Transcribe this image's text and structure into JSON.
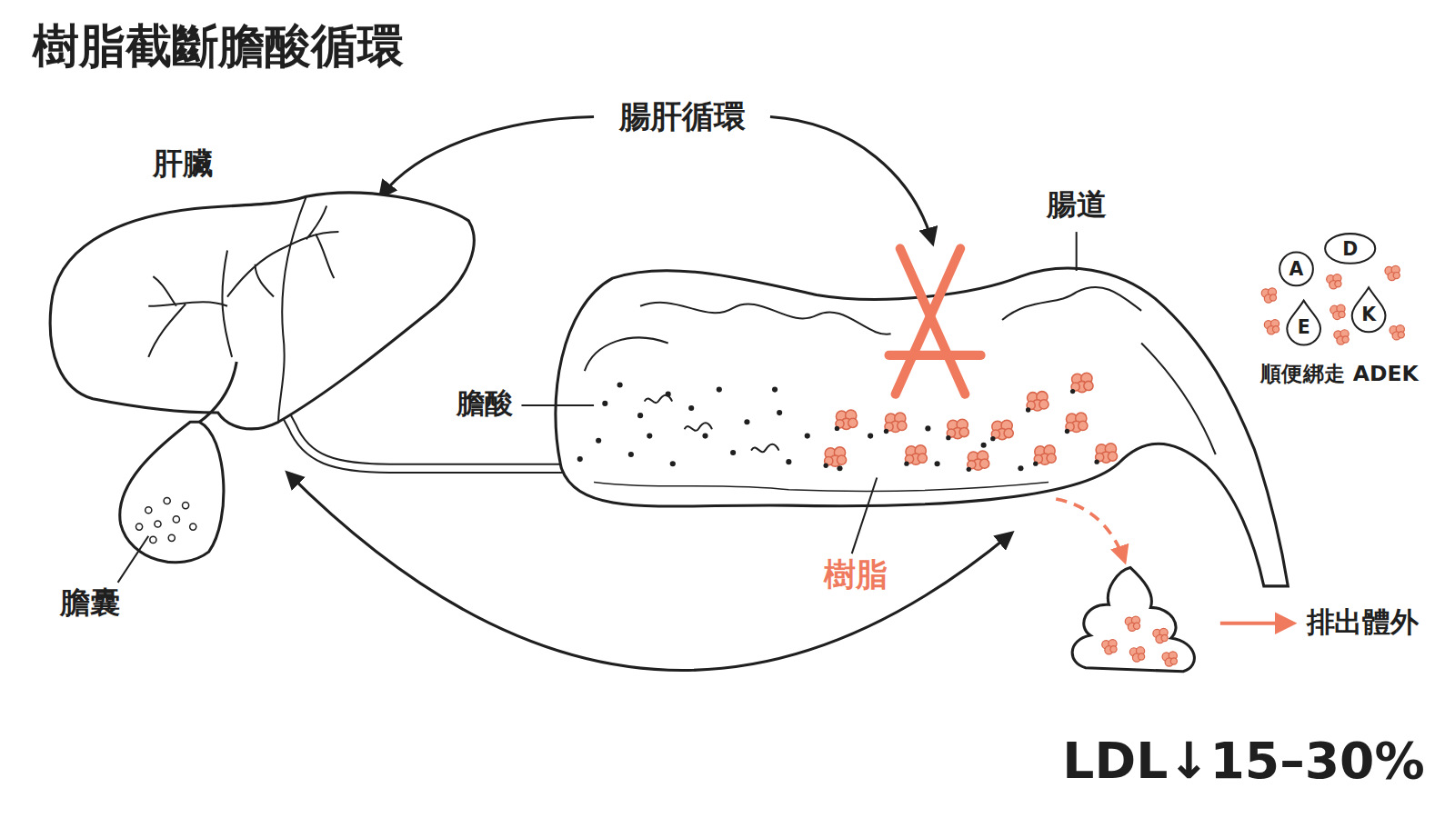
{
  "diagram": {
    "title": "樹脂截斷膽酸循環",
    "nodes": [
      {
        "text": [
          "A"
        ]
      },
      {
        "text": [
          "D"
        ]
      },
      {
        "text": [
          "E"
        ]
      },
      {
        "text": [
          "K"
        ]
      }
    ],
    "labels": [
      "腸肝循環",
      "肝臟",
      "腸道",
      "膽酸",
      "膽囊",
      "樹脂",
      "順便綁走 ADEK",
      "排出體外",
      "LDL↓15–30%"
    ]
  }
}
